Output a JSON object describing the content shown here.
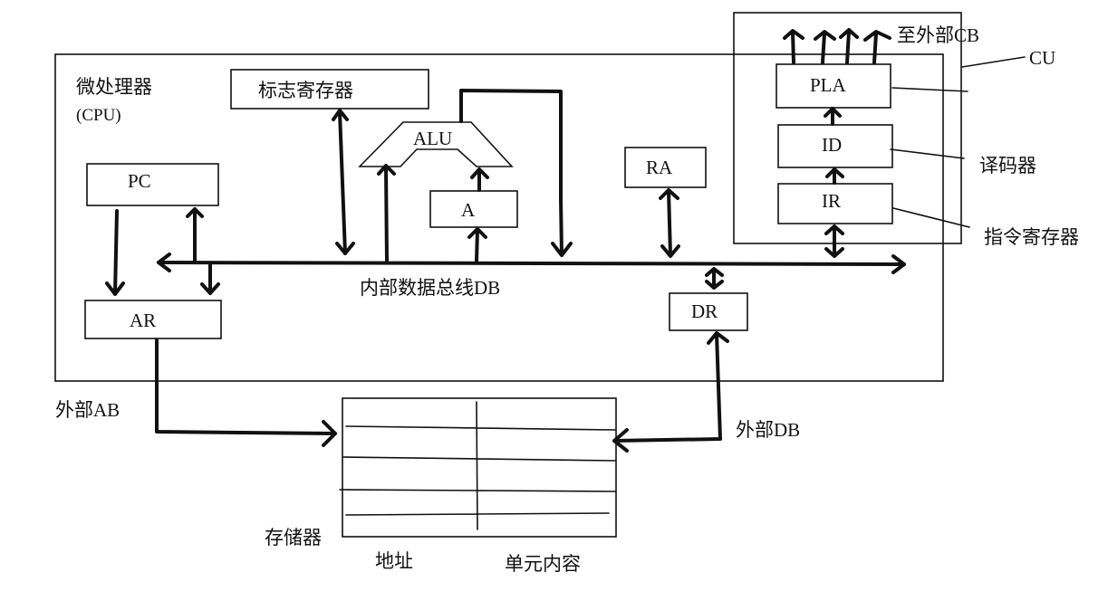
{
  "cpu": {
    "title": "微处理器",
    "subtitle": "(CPU)"
  },
  "registers": {
    "flags": "标志寄存器",
    "alu": "ALU",
    "a": "A",
    "pc": "PC",
    "ra": "RA",
    "ar": "AR",
    "dr": "DR"
  },
  "bus": {
    "internal_db": "内部数据总线DB"
  },
  "control_unit": {
    "label": "CU",
    "pla": "PLA",
    "id": "ID",
    "ir": "IR",
    "to_external_cb": "至外部CB",
    "decoder": "译码器",
    "instruction_register": "指令寄存器"
  },
  "external": {
    "ab": "外部AB",
    "db": "外部DB"
  },
  "memory": {
    "label": "存储器",
    "address": "地址",
    "content": "单元内容"
  }
}
